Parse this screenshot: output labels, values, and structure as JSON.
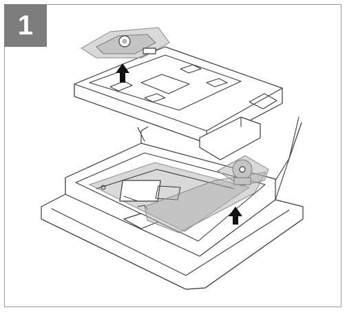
{
  "step": {
    "number": "1"
  },
  "colors": {
    "badge_bg": "#7d7d7d",
    "badge_text": "#ffffff",
    "frame_border": "#9a9a9a"
  },
  "illustration": {
    "parts": [
      "top-foam-cushion",
      "stand-base",
      "packaging-box",
      "monitor-panel",
      "stand-neck"
    ],
    "arrows": [
      "lift-arrow-base",
      "lift-arrow-neck"
    ]
  }
}
